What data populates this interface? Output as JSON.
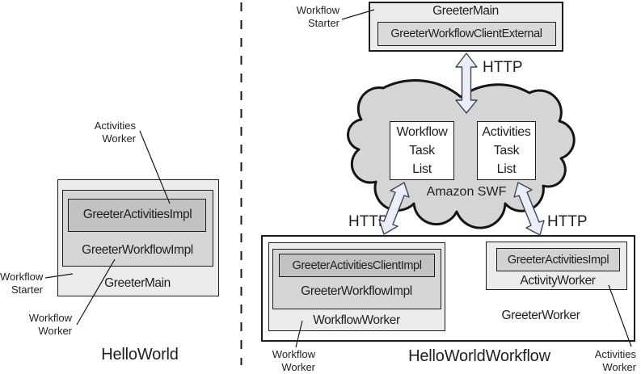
{
  "colors": {
    "box_light": "#ececec",
    "box_mid": "#d6d6d6",
    "box_dark": "#c2c2c2",
    "cloud_fill": "#d5d5d5",
    "arrow_fill": "#eaeef8",
    "arrow_stroke": "#3d4652",
    "line": "#1a1a1a",
    "background": "#ffffff"
  },
  "left": {
    "title": "HelloWorld",
    "boxes": {
      "outer": "GreeterMain",
      "middle": "GreeterWorkflowImpl",
      "inner": "GreeterActivitiesImpl"
    },
    "callouts": {
      "activities_worker": "Activities\nWorker",
      "workflow_starter": "Workflow\nStarter",
      "workflow_worker": "Workflow\nWorker"
    }
  },
  "right": {
    "title": "HelloWorldWorkflow",
    "starter": {
      "callout": "Workflow\nStarter",
      "outer": "GreeterMain",
      "inner": "GreeterWorkflowClientExternal"
    },
    "http": {
      "top": "HTTP",
      "left": "HTTP",
      "right": "HTTP"
    },
    "cloud": {
      "label": "Amazon SWF",
      "workflow_task_list": "Workflow\nTask\nList",
      "activities_task_list": "Activities\nTask\nList"
    },
    "workers": {
      "host_label": "GreeterWorker",
      "workflow_worker": {
        "client": "GreeterActivitiesClientImpl",
        "impl": "GreeterWorkflowImpl",
        "label": "WorkflowWorker",
        "callout": "Workflow\nWorker"
      },
      "activity_worker": {
        "impl": "GreeterActivitiesImpl",
        "label": "ActivityWorker",
        "callout": "Activities\nWorker"
      }
    }
  }
}
